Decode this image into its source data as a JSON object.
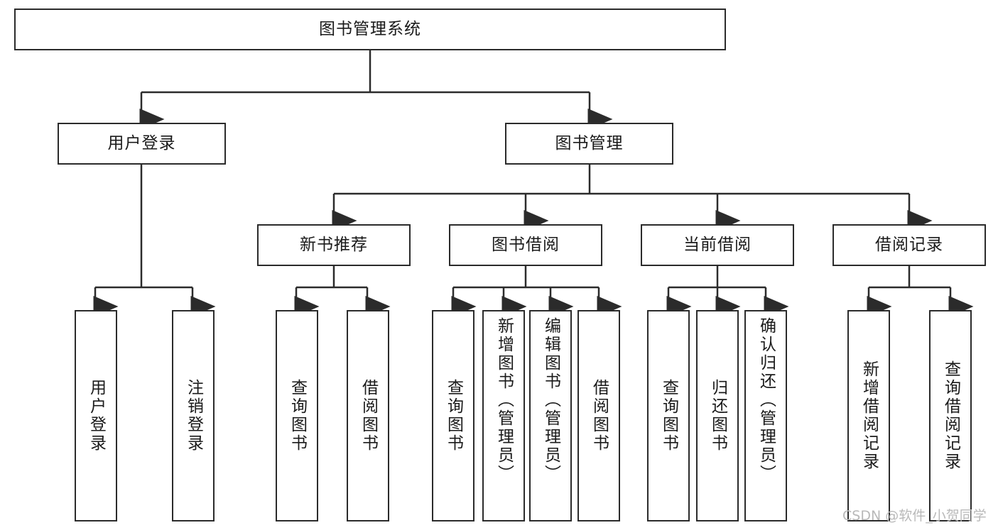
{
  "diagram": {
    "title": "图书管理系统",
    "type": "tree-hierarchy-diagram",
    "root": {
      "label": "图书管理系统"
    },
    "level2": [
      {
        "label": "用户登录"
      },
      {
        "label": "图书管理"
      }
    ],
    "level3": [
      {
        "label": "新书推荐"
      },
      {
        "label": "图书借阅"
      },
      {
        "label": "当前借阅"
      },
      {
        "label": "借阅记录"
      }
    ],
    "leaves": {
      "user_login": [
        {
          "label": "用户登录"
        },
        {
          "label": "注销登录"
        }
      ],
      "new_book_recommend": [
        {
          "label": "查询图书"
        },
        {
          "label": "借阅图书"
        }
      ],
      "book_borrow": [
        {
          "label": "查询图书"
        },
        {
          "label": "新增图书（管理员）"
        },
        {
          "label": "编辑图书（管理员）"
        },
        {
          "label": "借阅图书"
        }
      ],
      "current_borrow": [
        {
          "label": "查询图书"
        },
        {
          "label": "归还图书"
        },
        {
          "label": "确认归还（管理员）"
        }
      ],
      "borrow_record": [
        {
          "label": "新增借阅记录"
        },
        {
          "label": "查询借阅记录"
        }
      ]
    }
  },
  "watermark": {
    "text": "CSDN @软件_小贺同学"
  },
  "colors": {
    "border": "#2b2b2b",
    "text": "#1a1a1a",
    "background": "#ffffff",
    "watermark": "#b9b9b9"
  }
}
